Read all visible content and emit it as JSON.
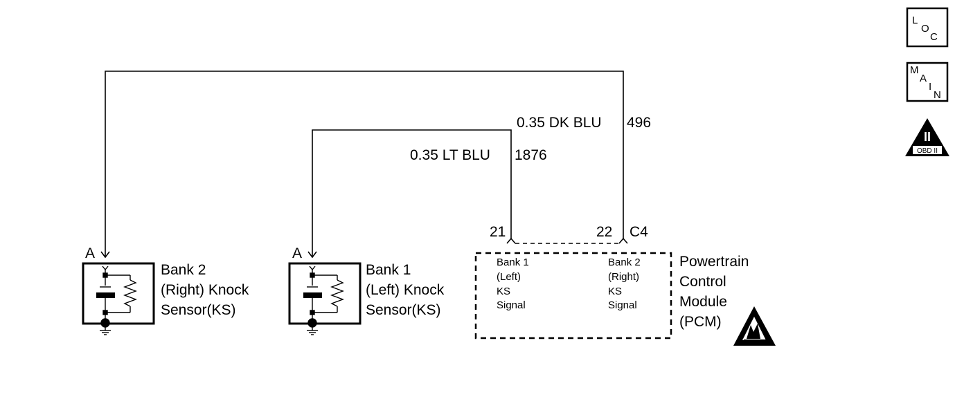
{
  "wires": {
    "dk_blu": {
      "gauge_color": "0.35 DK BLU",
      "circuit": "496"
    },
    "lt_blu": {
      "gauge_color": "0.35 LT BLU",
      "circuit": "1876"
    }
  },
  "connector": {
    "pin_21": "21",
    "pin_22": "22",
    "id": "C4"
  },
  "sensors": [
    {
      "pin": "A",
      "lines": [
        "Bank 2",
        "(Right) Knock",
        "Sensor(KS)"
      ]
    },
    {
      "pin": "A",
      "lines": [
        "Bank 1",
        "(Left) Knock",
        "Sensor(KS)"
      ]
    }
  ],
  "pcm": {
    "lines": [
      "Powertrain",
      "Control",
      "Module",
      "(PCM)"
    ],
    "signals": [
      {
        "lines": [
          "Bank 1",
          "(Left)",
          "KS",
          "Signal"
        ]
      },
      {
        "lines": [
          "Bank 2",
          "(Right)",
          "KS",
          "Signal"
        ]
      }
    ]
  },
  "icons": {
    "loc": [
      "L",
      "O",
      "C"
    ],
    "main": [
      "M",
      "A",
      "I",
      "N"
    ],
    "obd": {
      "roman": "II",
      "text": "OBD II"
    }
  }
}
